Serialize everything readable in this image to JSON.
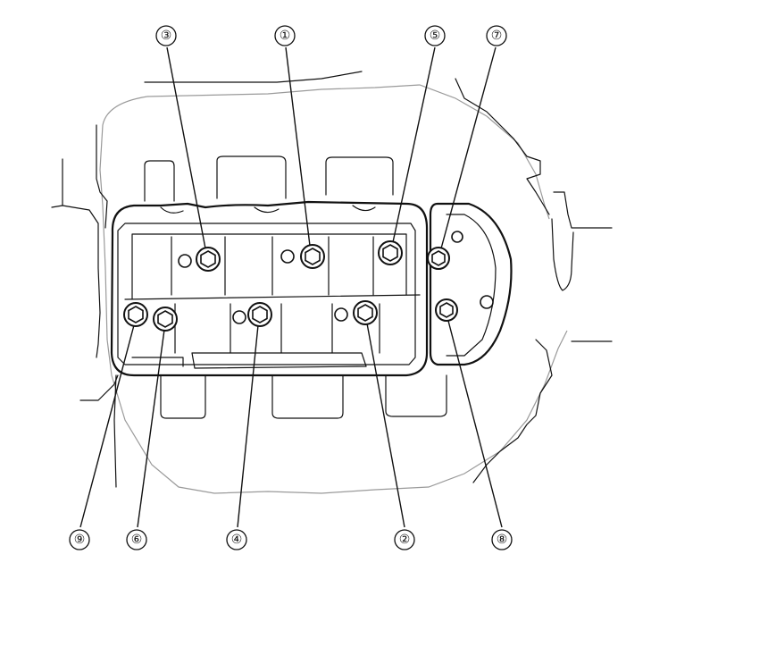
{
  "diagram": {
    "callouts": [
      {
        "id": "3",
        "label": "③"
      },
      {
        "id": "1",
        "label": "①"
      },
      {
        "id": "5",
        "label": "⑤"
      },
      {
        "id": "7",
        "label": "⑦"
      },
      {
        "id": "9",
        "label": "⑨"
      },
      {
        "id": "6",
        "label": "⑥"
      },
      {
        "id": "4",
        "label": "④"
      },
      {
        "id": "2",
        "label": "②"
      },
      {
        "id": "8",
        "label": "⑧"
      }
    ]
  }
}
